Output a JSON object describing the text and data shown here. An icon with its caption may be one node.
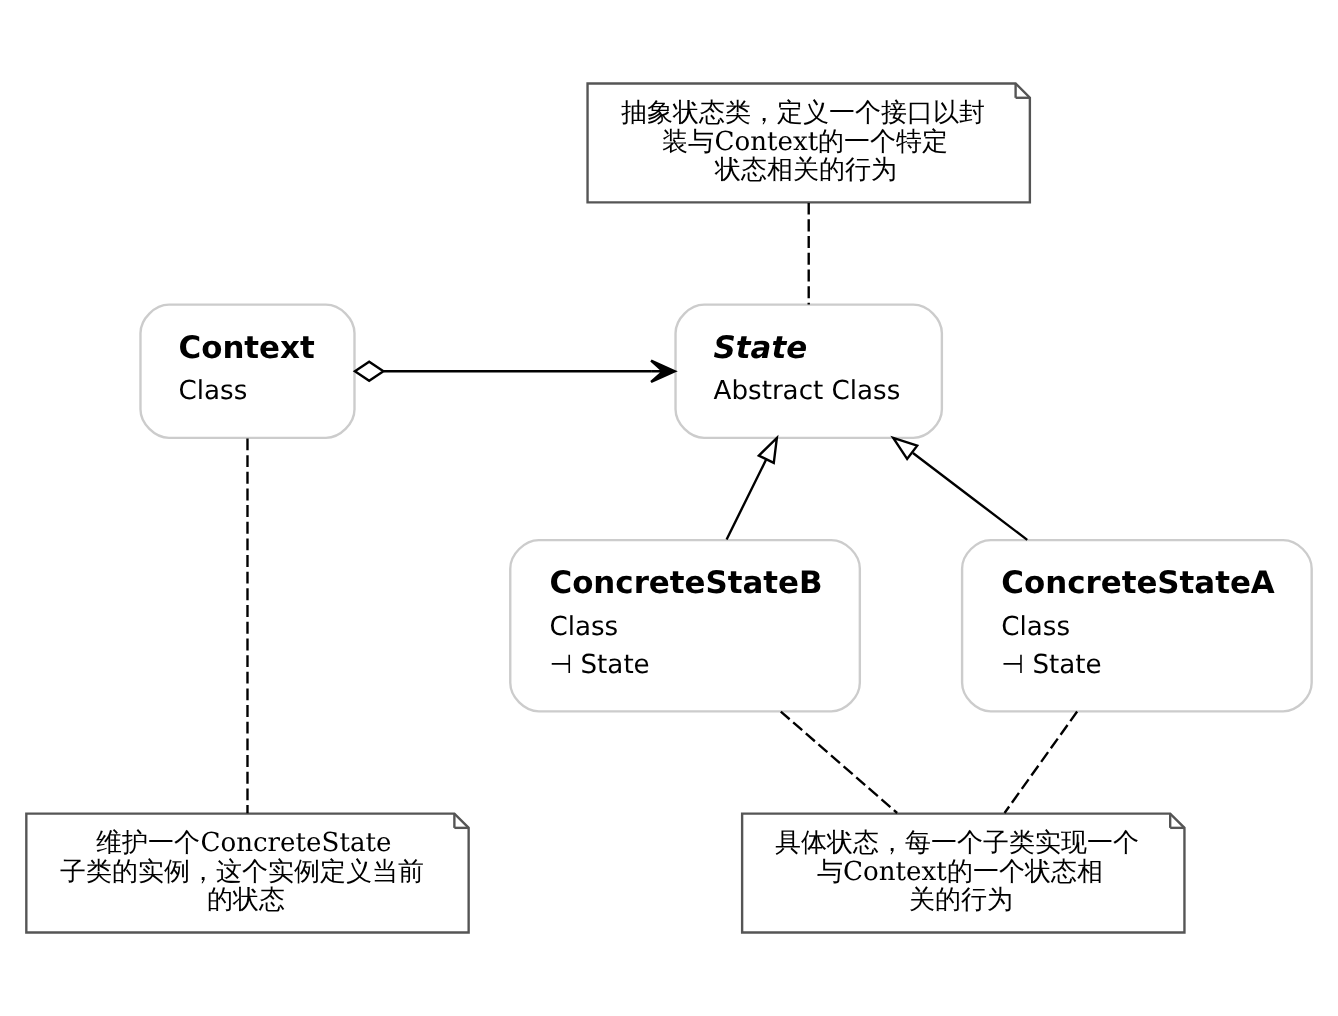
{
  "diagram": {
    "nodes": [
      {
        "text": [
          "Context",
          "Class"
        ]
      },
      {
        "text": [
          "State",
          "Abstract Class"
        ]
      },
      {
        "text": [
          "抽象状态类，定义一个接口以封装与Context的一个特定状态相关的行为"
        ]
      },
      {
        "text": [
          "ConcreteStateB",
          "Class",
          "⊣ State"
        ]
      },
      {
        "text": [
          "ConcreteStateA",
          "Class",
          "⊣ State"
        ]
      },
      {
        "text": [
          "维护一个ConcreteState子类的实例，这个实例定义当前的状态"
        ]
      },
      {
        "text": [
          "具体状态，每一个子类实现一个与Context的一个状态相关的行为"
        ]
      }
    ],
    "edges": [
      {
        "from": 0,
        "to": 1,
        "arrow": "to"
      },
      {
        "from": 3,
        "to": 1,
        "arrow": "to"
      },
      {
        "from": 4,
        "to": 1,
        "arrow": "to"
      },
      {
        "from": 2,
        "to": 1,
        "arrow": "none",
        "style": "dashed"
      },
      {
        "from": 5,
        "to": 0,
        "arrow": "none",
        "style": "dashed"
      },
      {
        "from": 6,
        "to": 3,
        "arrow": "none",
        "style": "dashed"
      },
      {
        "from": 6,
        "to": 4,
        "arrow": "none",
        "style": "dashed"
      }
    ]
  }
}
